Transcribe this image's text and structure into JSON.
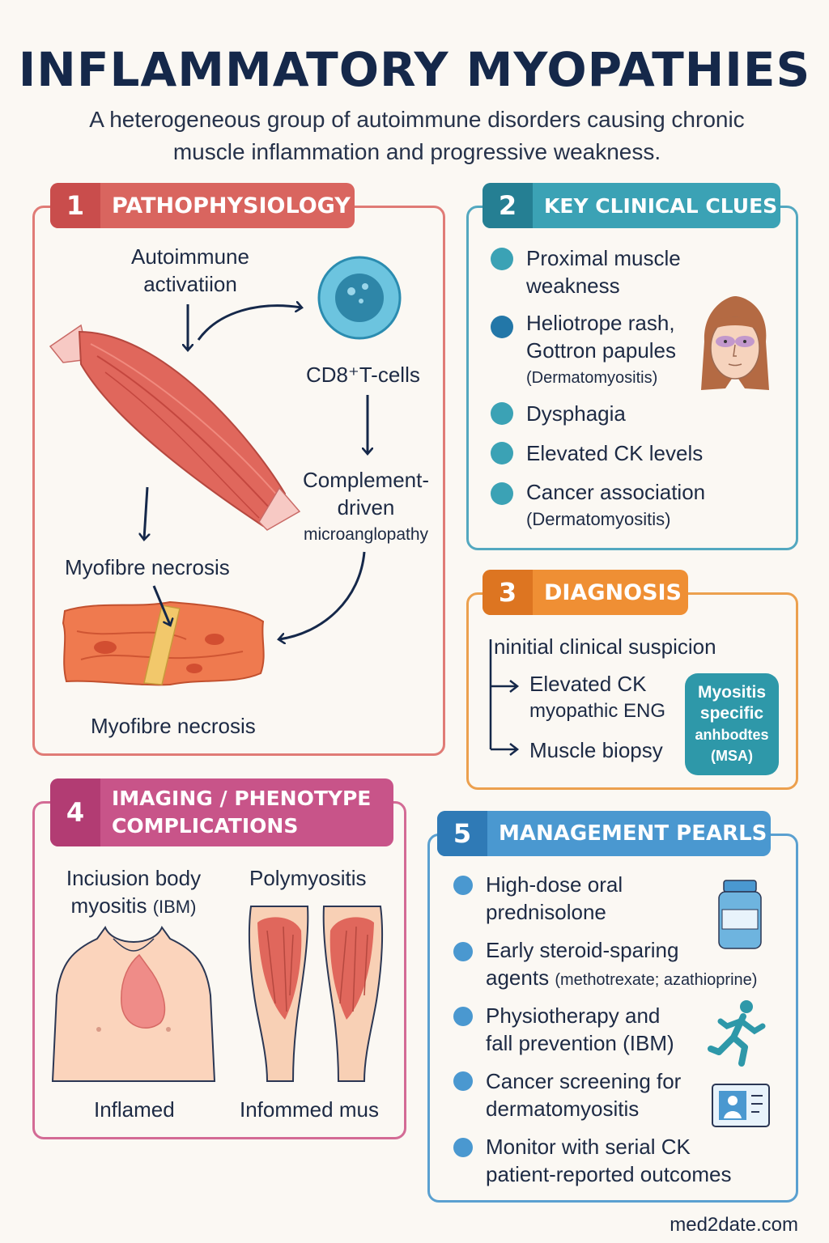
{
  "title": "INFLAMMATORY MYOPATHIES",
  "subtitle": "A heterogeneous group of autoimmune disorders causing chronic muscle inflammation and progressive weakness.",
  "colors": {
    "red": "#d9585a",
    "teal": "#2d96a8",
    "orange": "#e8883a",
    "magenta": "#c5497d",
    "blue": "#3d8ec8",
    "navy": "#15284a"
  },
  "panel1": {
    "number": "1",
    "heading": "PATHOPHYSIOLOGY",
    "autoimmune_line1": "Autoimmune",
    "autoimmune_line2": "activatiion",
    "tcells": "CD8⁺T-cells",
    "complement_line1": "Complement-",
    "complement_line2": "driven",
    "complement_line3": "microanglopathy",
    "necrosis_top": "Myofibre necrosis",
    "necrosis_bottom": "Myofibre necrosis"
  },
  "panel2": {
    "number": "2",
    "heading": "KEY CLINICAL CLUES",
    "items": [
      {
        "line1": "Proximal muscle",
        "line2": "weakness",
        "note": ""
      },
      {
        "line1": "Heliotrope rash,",
        "line2": "Gottron papules",
        "note": "(Dermatomyositis)"
      },
      {
        "line1": "Dysphagia",
        "line2": "",
        "note": ""
      },
      {
        "line1": "Elevated CK levels",
        "line2": "",
        "note": ""
      },
      {
        "line1": "Cancer association",
        "line2": "",
        "note": "(Dermatomyositis)"
      }
    ]
  },
  "panel3": {
    "number": "3",
    "heading": "DIAGNOSIS",
    "step0": "ninitial clinical suspicion",
    "step1_line1": "Elevated CK",
    "step1_line2": "myopathic ENG",
    "step2": "Muscle biopsy",
    "badge_line1": "Myositis",
    "badge_line2": "specific",
    "badge_line3": "anhbodtes",
    "badge_line4": "(MSA)"
  },
  "panel4": {
    "number": "4",
    "heading_line1": "IMAGING / PHENOTYPE",
    "heading_line2": "COMPLICATIONS",
    "left_title_line1": "Inciusion body",
    "left_title_line2": "myositis",
    "left_title_abbr": "(IBM)",
    "right_title": "Polymyositis",
    "left_caption": "Inflamed",
    "right_caption": "Infommed mus"
  },
  "panel5": {
    "number": "5",
    "heading": "MANAGEMENT PEARLS",
    "items": [
      {
        "line1": "High-dose oral",
        "line2": "prednisolone",
        "note": ""
      },
      {
        "line1": "Early steroid-sparing",
        "line2": "agents",
        "note": "(methotrexate; azathioprine)"
      },
      {
        "line1": "Physiotherapy and",
        "line2": "fall prevention (IBM)",
        "note": ""
      },
      {
        "line1": "Cancer screening for",
        "line2": "dermatomyositis",
        "note": ""
      },
      {
        "line1": "Monitor with serial CK",
        "line2": "patient-reported outcomes",
        "note": ""
      }
    ]
  },
  "footer": "med2date.com"
}
